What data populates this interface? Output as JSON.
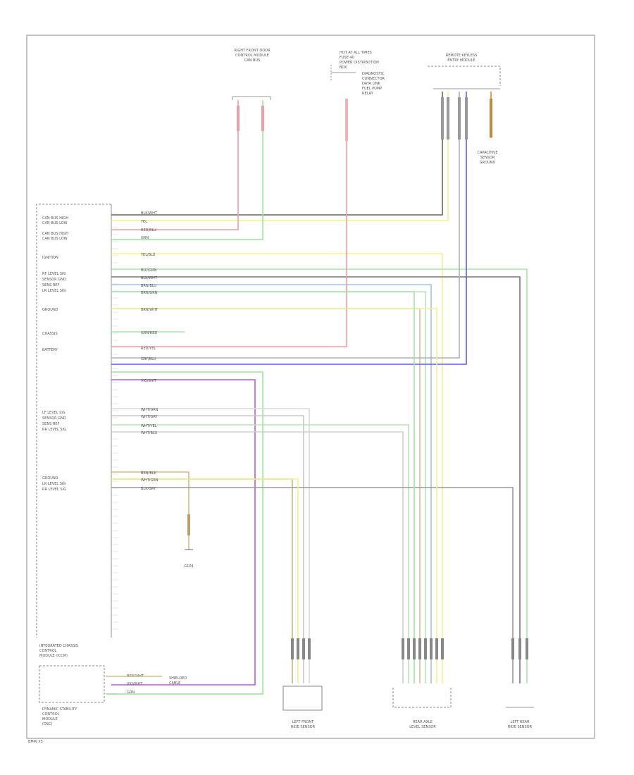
{
  "components": {
    "top_left_connector": {
      "label": [
        "RIGHT FRONT DOOR",
        "CONTROL MODULE",
        "CAN BUS"
      ]
    },
    "top_mid_junction": {
      "label": [
        "HOT AT ALL TIMES",
        "FUSE 40",
        "POWER DISTRIBUTION",
        "BOX"
      ],
      "note": [
        "DIAGNOSTIC",
        "CONNECTOR",
        "DATA LINK",
        "FUEL PUMP",
        "RELAY"
      ]
    },
    "top_right_module": {
      "label": [
        "REMOTE KEYLESS",
        "ENTRY MODULE"
      ],
      "sub_label": [
        "CAPACITIVE",
        "SENSOR",
        "GROUND"
      ]
    },
    "main_module": {
      "label": [
        "INTEGRATED CHASSIS",
        "CONTROL",
        "MODULE (ICCM)"
      ]
    },
    "bottom_left_box": {
      "label": [
        "DYNAMIC STABILITY",
        "CONTROL",
        "MODULE",
        "(DSC)"
      ]
    },
    "bottom_mid_sensor": {
      "label": [
        "LEFT FRONT",
        "RIDE SENSOR"
      ]
    },
    "bottom_center_sensor": {
      "label": [
        "REAR AXLE",
        "LEVEL SENSOR"
      ]
    },
    "bottom_right_sensor": {
      "label": [
        "LEFT REAR",
        "RIDE SENSOR"
      ]
    },
    "ground": {
      "label": "G104"
    }
  },
  "pin_labels": [
    "CAN BUS HIGH",
    "CAN BUS LOW",
    "CAN BUS HIGH",
    "CAN BUS LOW",
    "IGNITION",
    "RF LEVEL SIG",
    "SENSOR GND",
    "SENS REF",
    "LR LEVEL SIG",
    "GROUND",
    "CHASSIS",
    "BATTERY",
    "LF LEVEL SIG",
    "SENSOR GND",
    "SENS REF",
    "RR LEVEL SIG",
    "GROUND",
    "LR LEVEL SIG",
    "RR LEVEL SIG"
  ],
  "wire_codes": [
    "BLK/WHT",
    "YEL",
    "RED/BLU",
    "GRN",
    "YEL/BLU",
    "BLU/GRN",
    "BLK/WHT",
    "BRN/BLU",
    "BRN/GRN",
    "BRN/WHT",
    "GRN/RED",
    "RED/YEL",
    "GRY/BLU",
    "VIO/WHT",
    "WHT/GRN",
    "WHT/GRY",
    "WHT/YEL",
    "WHT/BLU",
    "BRN/BLK",
    "WHT/GRN",
    "BLK/GRY"
  ],
  "bottom_wires": [
    "BRN/WHT",
    "VIO/WHT",
    "GRN"
  ],
  "bottom_notes": [
    "SHIELDED",
    "CABLE"
  ],
  "footer": "BMW X5"
}
